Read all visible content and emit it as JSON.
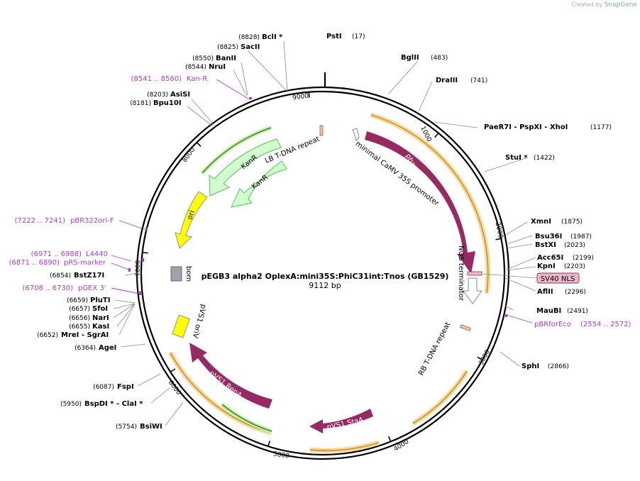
{
  "brand": {
    "prefix": "Created by",
    "name": "SnapGene"
  },
  "plasmid": {
    "name": "pEGB3 alpha2 OplexA:mini35S:PhiC31int:Tnos (GB1529)",
    "length_label": "9112 bp"
  },
  "ticks": [
    "1000",
    "2000",
    "3000",
    "4000",
    "5000",
    "6000",
    "7000",
    "8000",
    "9000"
  ],
  "enzymes": [
    {
      "name": "BclI *",
      "pos": "(8828)"
    },
    {
      "name": "SacII",
      "pos": "(8825)"
    },
    {
      "name": "BanII",
      "pos": "(8550)"
    },
    {
      "name": "NruI",
      "pos": "(8544)"
    },
    {
      "name": "AsiSI",
      "pos": "(8203)"
    },
    {
      "name": "Bpu10I",
      "pos": "(8181)"
    },
    {
      "name": "PstI",
      "pos": "(17)"
    },
    {
      "name": "BglII",
      "pos": "(483)"
    },
    {
      "name": "DraIII",
      "pos": "(741)"
    },
    {
      "name": "PaeR7I - PspXI - XhoI",
      "pos": "(1177)"
    },
    {
      "name": "StuI *",
      "pos": "(1422)"
    },
    {
      "name": "XmnI",
      "pos": "(1875)"
    },
    {
      "name": "Bsu36I",
      "pos": "(1987)"
    },
    {
      "name": "BstXI",
      "pos": "(2023)"
    },
    {
      "name": "Acc65I",
      "pos": "(2199)"
    },
    {
      "name": "KpnI",
      "pos": "(2203)"
    },
    {
      "name": "AflII",
      "pos": "(2296)"
    },
    {
      "name": "MauBI",
      "pos": "(2491)"
    },
    {
      "name": "SphI",
      "pos": "(2866)"
    },
    {
      "name": "BstZ17I",
      "pos": "(6854)"
    },
    {
      "name": "PluTI",
      "pos": "(6659)"
    },
    {
      "name": "SfoI",
      "pos": "(6657)"
    },
    {
      "name": "NarI",
      "pos": "(6656)"
    },
    {
      "name": "KasI",
      "pos": "(6655)"
    },
    {
      "name": "MreI - SgrAI",
      "pos": "(6652)"
    },
    {
      "name": "AgeI",
      "pos": "(6364)"
    },
    {
      "name": "FspI",
      "pos": "(6087)"
    },
    {
      "name": "BspDI * - ClaI *",
      "pos": "(5950)"
    },
    {
      "name": "BsiWI",
      "pos": "(5754)"
    }
  ],
  "primers": [
    {
      "name": "Kan-R",
      "pos": "(8541 .. 8560)"
    },
    {
      "name": "pBR322ori-F",
      "pos": "(7222 .. 7241)"
    },
    {
      "name": "L4440",
      "pos": "(6971 .. 6988)"
    },
    {
      "name": "pRS-marker",
      "pos": "(6871 .. 6890)"
    },
    {
      "name": "pGEX 3'",
      "pos": "(6708 .. 6730)"
    },
    {
      "name": "pBRforEco",
      "pos": "(2554 .. 2572)"
    }
  ],
  "features": {
    "lb_tdna_repeat": "LB T-DNA repeat",
    "minimal_35s": "minimal CaMV 35S promoter",
    "phic31": "phage φC31 integrase",
    "sv40_nls": "SV40 NLS",
    "nos_term": "NOS terminator",
    "rb_tdna_repeat": "RB T-DNA repeat",
    "pvs1_staa": "pVS1 StaA",
    "pvs1_repa": "pVS1 RepA",
    "pvs1_oriv": "pVS1 oriV",
    "bom": "bom",
    "ori": "ori",
    "kanr_outer": "KanR",
    "kanr_inner": "KanR"
  },
  "colors": {
    "backbone": "#000000",
    "phic31": "#962b63",
    "sv40_nls": "#e8b7c8",
    "kanr": "#cfffcf",
    "kanr_stroke": "#5bbd5b",
    "ori": "#ffff00",
    "bom": "#9ba3ad",
    "orf_arrow": "#e9a93a",
    "orf_green": "#3f8a1f",
    "primer": "#a83cc8",
    "tdna_repeat": "#e8c9b3"
  }
}
